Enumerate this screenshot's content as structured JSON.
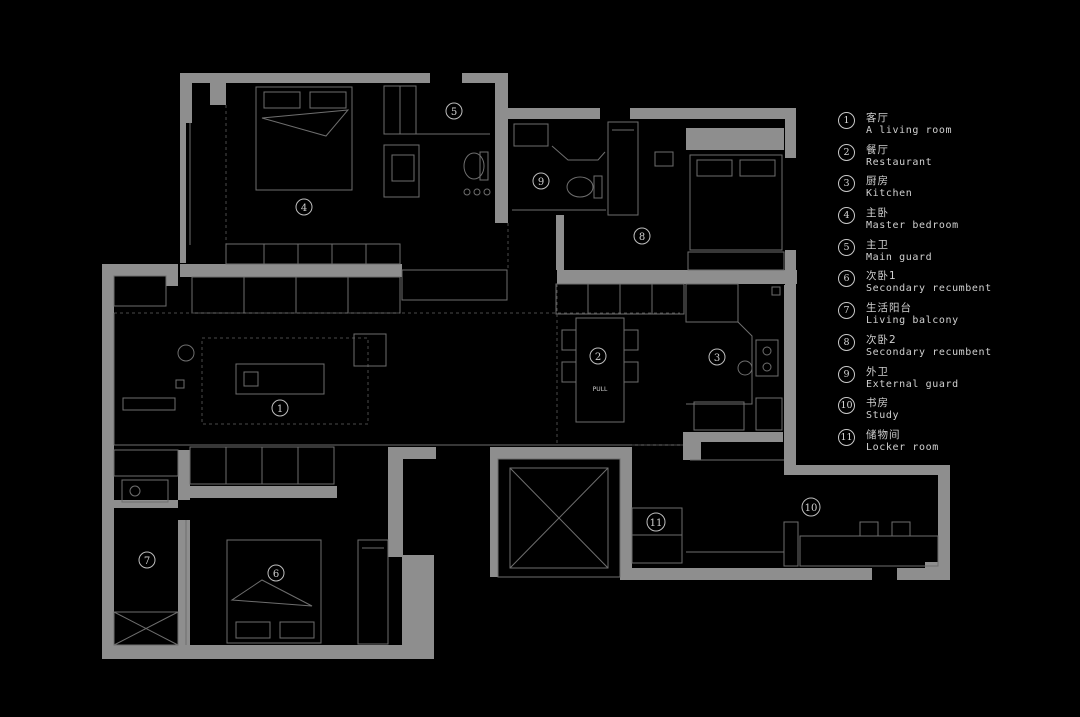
{
  "legend": [
    {
      "num": "1",
      "cn": "客厅",
      "en": "A living room"
    },
    {
      "num": "2",
      "cn": "餐厅",
      "en": "Restaurant"
    },
    {
      "num": "3",
      "cn": "厨房",
      "en": "Kitchen"
    },
    {
      "num": "4",
      "cn": "主卧",
      "en": "Master bedroom"
    },
    {
      "num": "5",
      "cn": "主卫",
      "en": "Main guard"
    },
    {
      "num": "6",
      "cn": "次卧1",
      "en": "Secondary recumbent"
    },
    {
      "num": "7",
      "cn": "生活阳台",
      "en": "Living balcony"
    },
    {
      "num": "8",
      "cn": "次卧2",
      "en": "Secondary recumbent"
    },
    {
      "num": "9",
      "cn": "外卫",
      "en": "External guard"
    },
    {
      "num": "10",
      "cn": "书房",
      "en": "Study"
    },
    {
      "num": "11",
      "cn": "储物间",
      "en": "Locker room"
    }
  ],
  "rooms": {
    "living": "1",
    "dining": "2",
    "kitchen": "3",
    "master_bedroom": "4",
    "main_bath": "5",
    "bedroom1": "6",
    "balcony": "7",
    "bedroom2": "8",
    "guest_bath": "9",
    "study": "10",
    "storage": "11"
  },
  "labels": {
    "pull": "PULL"
  },
  "colors": {
    "background": "#000000",
    "wall": "#8e8e8e",
    "line": "#6e6e6e",
    "text": "#d0d0d0"
  }
}
